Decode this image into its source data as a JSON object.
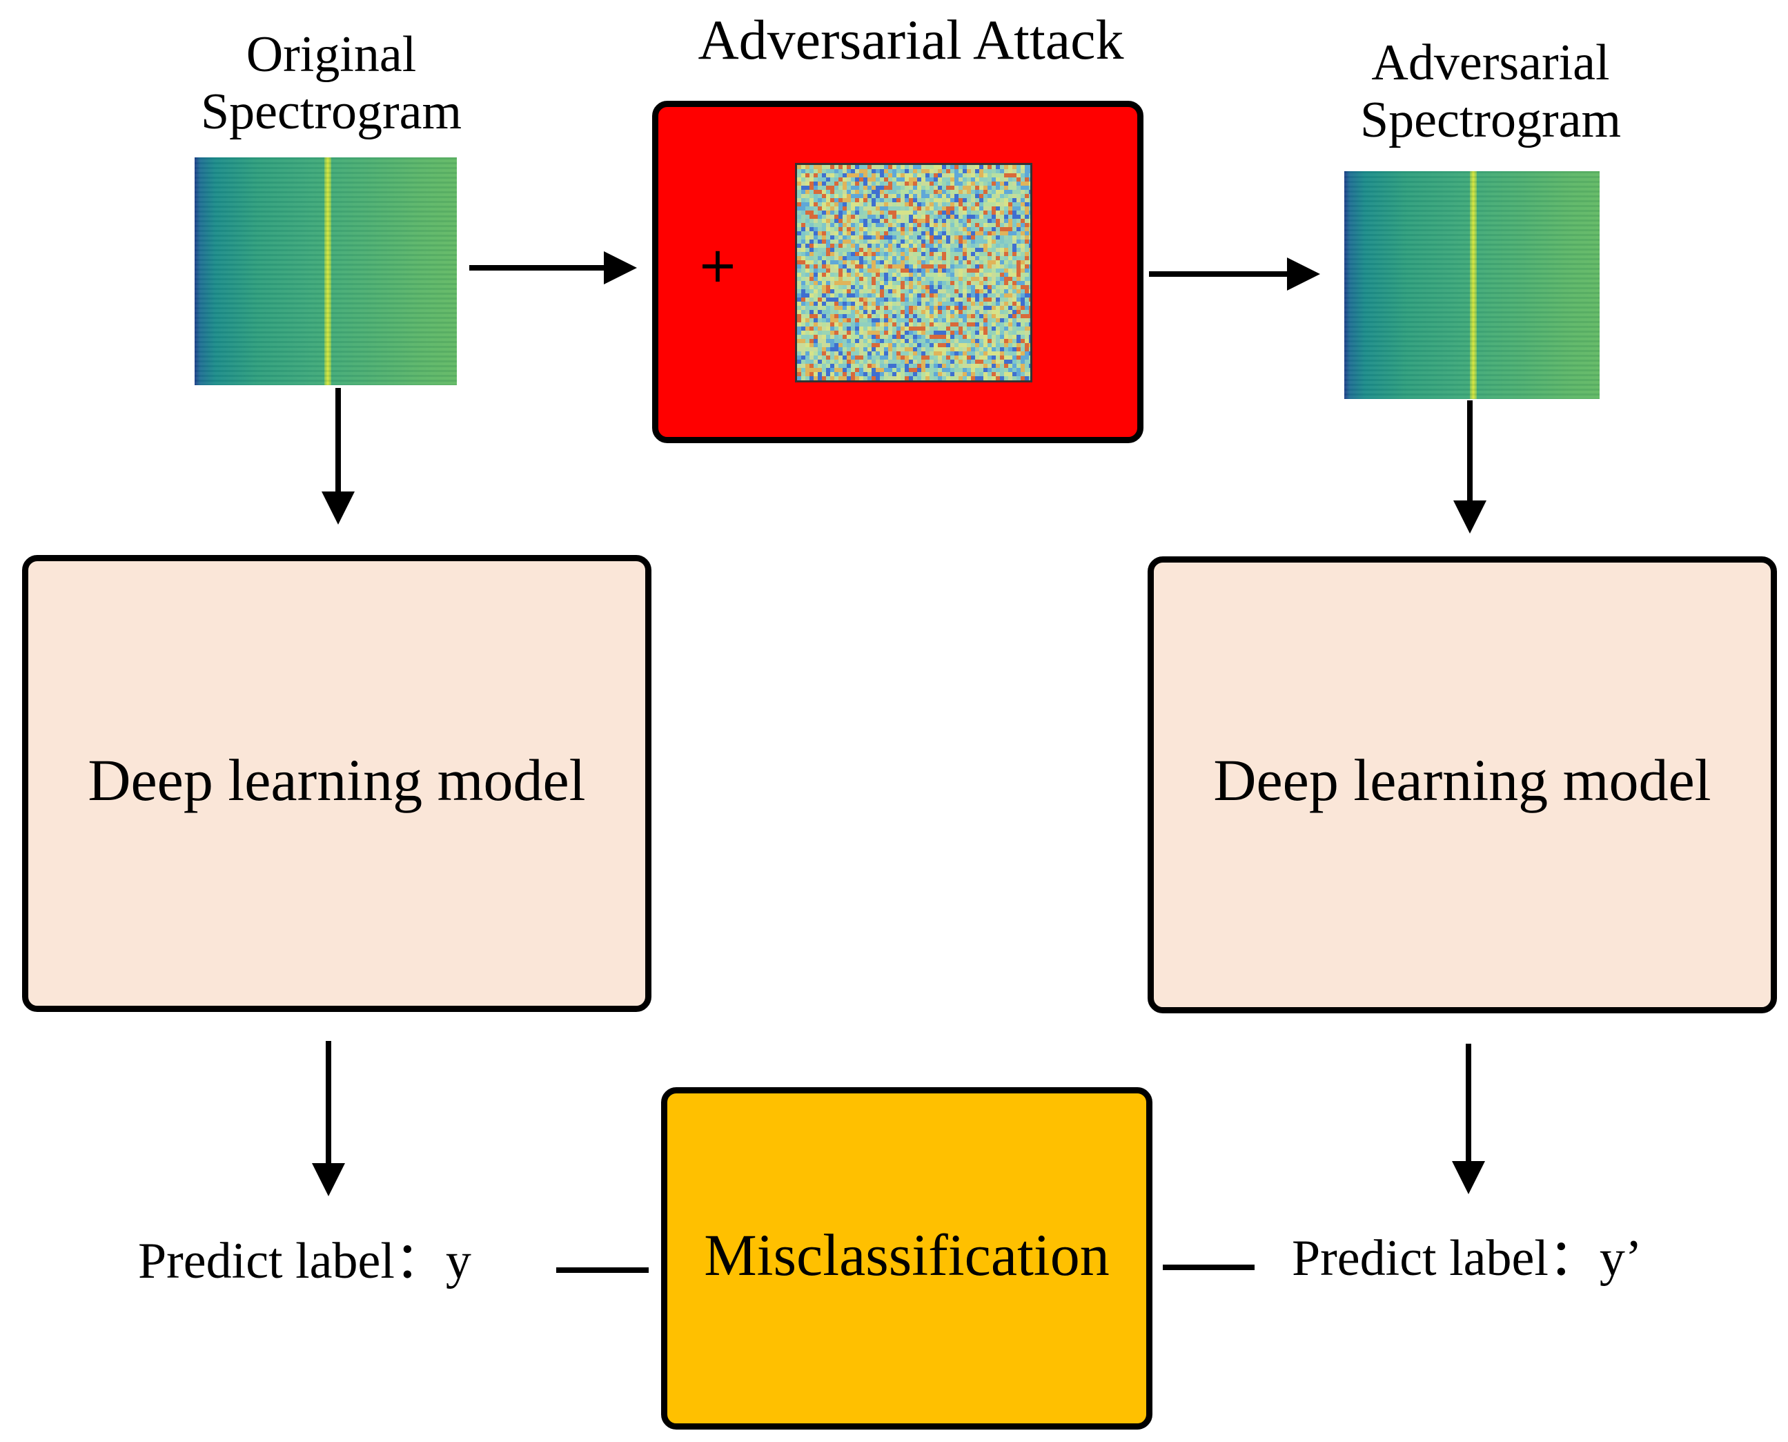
{
  "diagram": {
    "original_title_line1": "Original",
    "original_title_line2": "Spectrogram",
    "attack_title": "Adversarial Attack",
    "attack_plus": "+",
    "adversarial_title_line1": "Adversarial",
    "adversarial_title_line2": "Spectrogram",
    "left_model_label": "Deep learning model",
    "right_model_label": "Deep learning model",
    "left_predict_label": "Predict label：y",
    "right_predict_label": "Predict label：y’",
    "misclassification_label": "Misclassification"
  },
  "colors": {
    "attack_box_fill": "#ff0000",
    "model_box_fill": "#fae6d8",
    "misclassification_fill": "#ffc000",
    "spectrogram_green": "#53b36a",
    "spectrogram_teal": "#1f8f8c",
    "spectrogram_stripe": "#d9e63a"
  }
}
